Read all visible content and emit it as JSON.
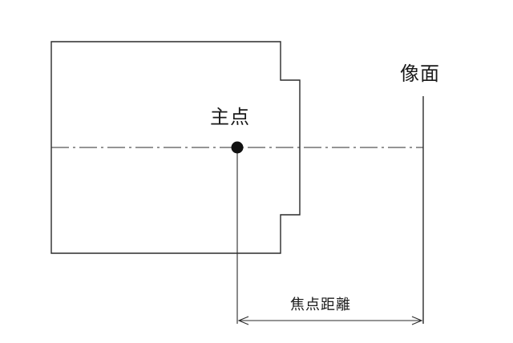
{
  "labels": {
    "principal_point": "主点",
    "image_plane": "像面",
    "focal_length": "焦点距離"
  }
}
